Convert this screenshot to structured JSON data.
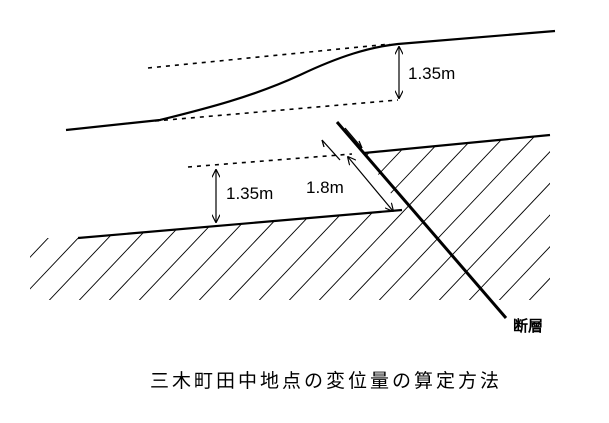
{
  "labels": {
    "upper_offset": "1.35m",
    "lower_offset": "1.35m",
    "fault_offset": "1.8m",
    "fault": "断層"
  },
  "caption": "三木町田中地点の変位量の算定方法"
}
